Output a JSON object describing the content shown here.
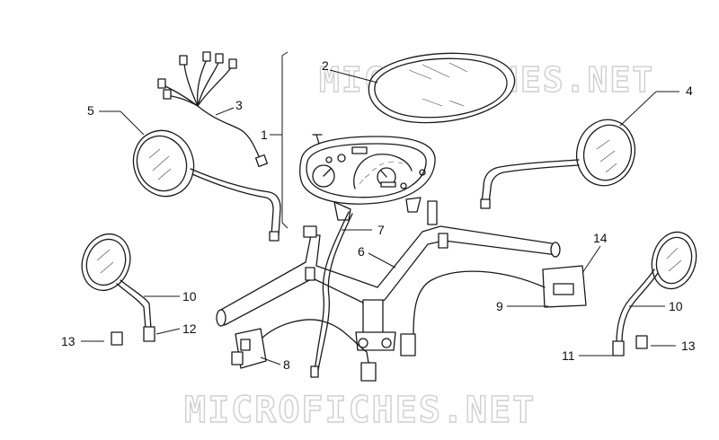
{
  "diagram": {
    "watermark_top": "MICROFICHES.NET",
    "watermark_bottom": "MICROFICHES.NET",
    "parts": [
      {
        "ref": "1",
        "label": "1"
      },
      {
        "ref": "2",
        "label": "2"
      },
      {
        "ref": "3",
        "label": "3"
      },
      {
        "ref": "4",
        "label": "4"
      },
      {
        "ref": "5",
        "label": "5"
      },
      {
        "ref": "6",
        "label": "6"
      },
      {
        "ref": "7",
        "label": "7"
      },
      {
        "ref": "8",
        "label": "8"
      },
      {
        "ref": "9",
        "label": "9"
      },
      {
        "ref": "10a",
        "label": "10"
      },
      {
        "ref": "10b",
        "label": "10"
      },
      {
        "ref": "11",
        "label": "11"
      },
      {
        "ref": "12",
        "label": "12"
      },
      {
        "ref": "13a",
        "label": "13"
      },
      {
        "ref": "13b",
        "label": "13"
      },
      {
        "ref": "14",
        "label": "14"
      }
    ]
  }
}
